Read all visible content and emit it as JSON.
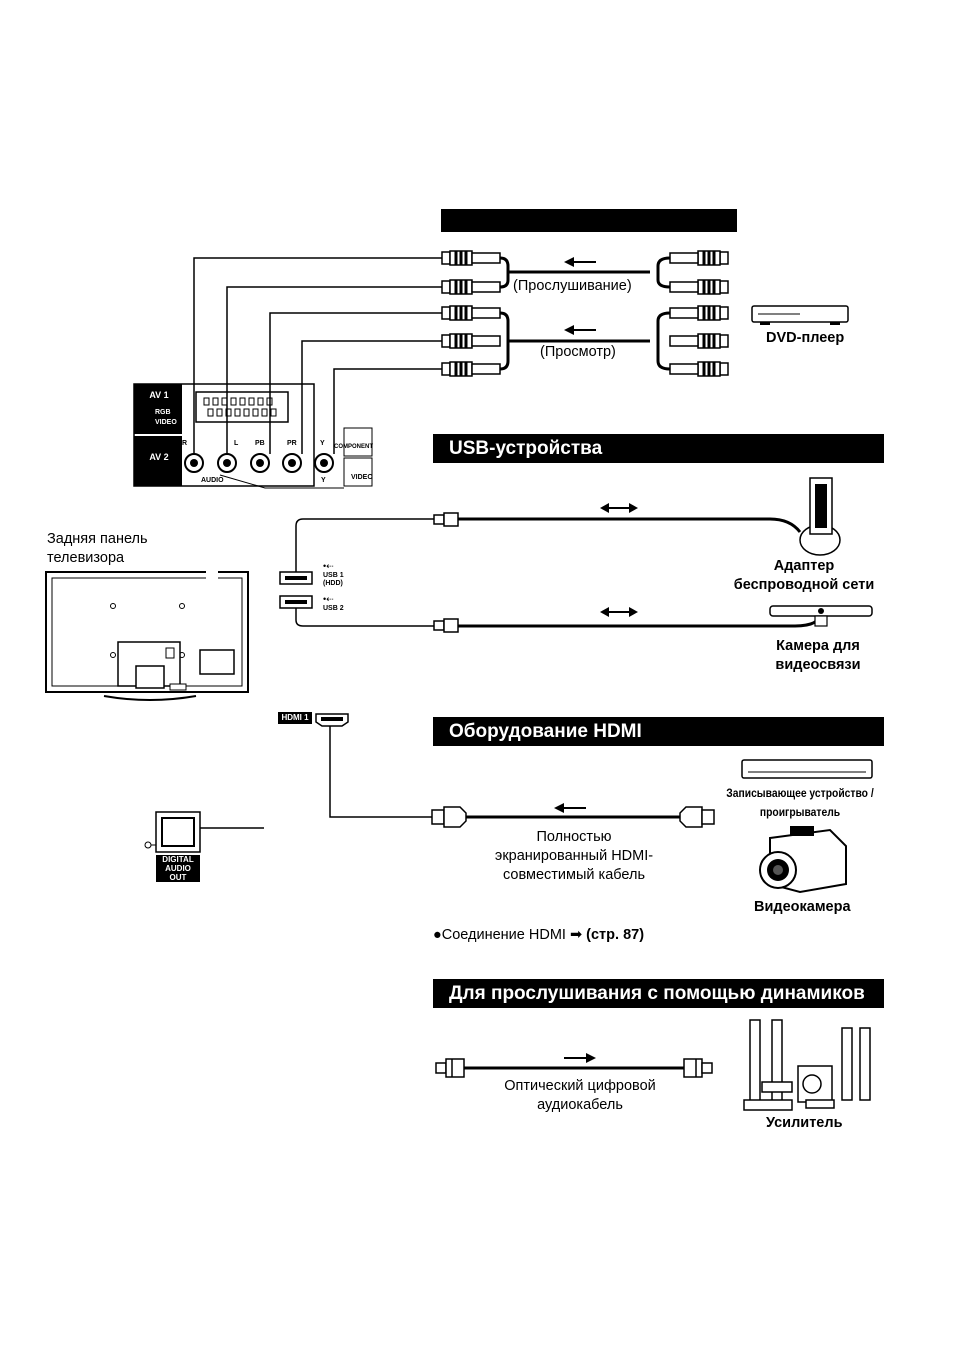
{
  "section_headers": {
    "dvd": "",
    "usb": "USB-устройства",
    "hdmi": "Оборудование HDMI",
    "speakers": "Для прослушивания с помощью динамиков"
  },
  "tv_panel": {
    "label": "Задняя панель телевизора",
    "av1": "AV 1",
    "av2": "AV 2",
    "rgb": "RGB",
    "video_small": "VIDEO",
    "audio": "AUDIO",
    "component": "COMPONENT",
    "video": "VIDEO",
    "jack_r": "R",
    "jack_l": "L",
    "jack_pb": "PB",
    "jack_pr": "PR",
    "jack_y": "Y",
    "jack_y2": "Y",
    "usb1": "USB 1 (HDD)",
    "usb2": "USB 2",
    "hdmi1": "HDMI 1",
    "digital_audio_out": "DIGITAL AUDIO OUT"
  },
  "dvd": {
    "audio_label": "(Прослушивание)",
    "video_label": "(Просмотр)",
    "device": "DVD-плеер"
  },
  "usb_devices": {
    "wireless": "Адаптер беспроводной сети",
    "camera": "Камера для видеосвязи"
  },
  "hdmi": {
    "recorder": "Записывающее устройство / проигрыватель",
    "camcorder": "Видеокамера",
    "cable": "Полностью экранированный HDMI-совместимый кабель",
    "note_text": "Соединение HDMI",
    "note_ref": "(стр. 87)"
  },
  "speakers": {
    "cable": "Оптический цифровой аудиокабель",
    "device": "Усилитель"
  }
}
